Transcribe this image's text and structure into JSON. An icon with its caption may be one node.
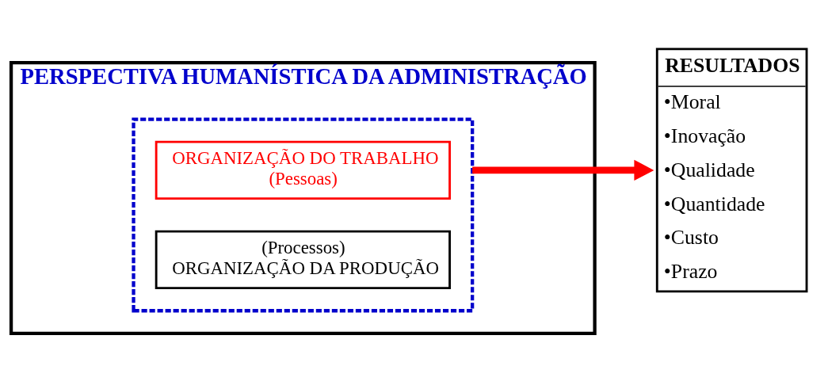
{
  "diagram": {
    "nodes": [
      {
        "text": [
          "PERSPECTIVA HUMANÍSTICA DA ADMINISTRAÇÃO"
        ]
      },
      {
        "text": [],
        "shape": "box",
        "in": 0
      },
      {
        "text": [
          "ORGANIZAÇÃO DO TRABALHO",
          "(Pessoas)"
        ],
        "in": 1
      },
      {
        "text": [
          "(Processos)",
          "ORGANIZAÇÃO DA PRODUÇÃO"
        ],
        "in": 1
      },
      {
        "text": [
          "RESULTADOS",
          "•Moral",
          "•Inovação",
          "•Qualidade",
          "•Quantidade",
          "•Custo",
          "•Prazo"
        ]
      }
    ],
    "edges": [
      {
        "from": 1,
        "to": 4,
        "arrow": "to",
        "color": "#ff0000"
      }
    ]
  }
}
